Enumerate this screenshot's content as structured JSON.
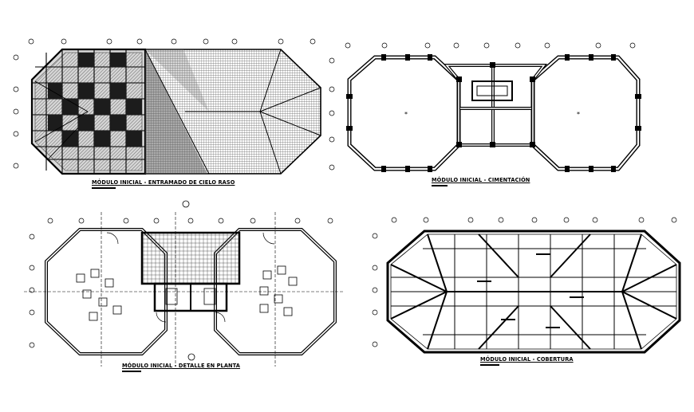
{
  "drawing": {
    "panels": [
      {
        "id": "ceiling",
        "title": "MÓDULO INICIAL - ENTRAMADO DE CIELO RASO"
      },
      {
        "id": "foundation",
        "title": "MÓDULO INICIAL - CIMENTACIÓN"
      },
      {
        "id": "plan",
        "title": "MÓDULO INICIAL - DETALLE EN PLANTA"
      },
      {
        "id": "roof",
        "title": "MÓDULO INICIAL - COBERTURA"
      }
    ],
    "colors": {
      "line": "#000000",
      "paper": "#ffffff",
      "hatch": "#333333"
    }
  }
}
